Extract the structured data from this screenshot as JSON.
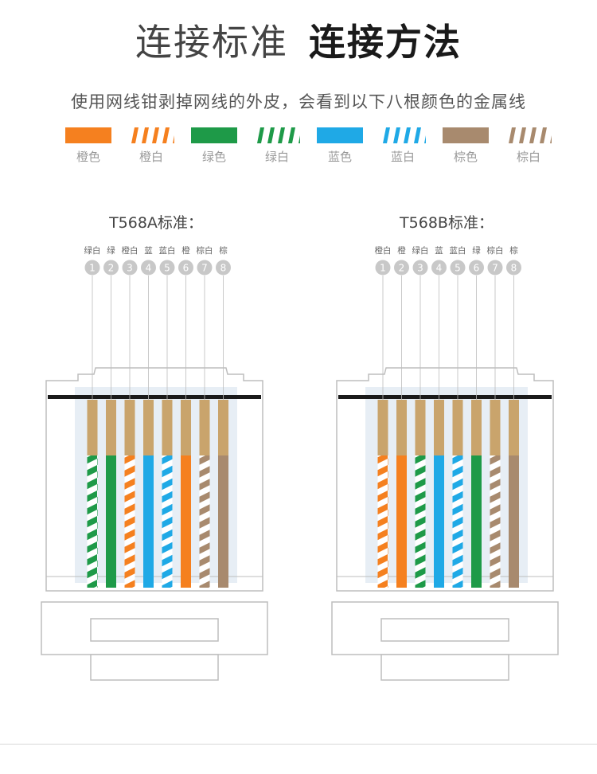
{
  "header": {
    "title_light": "连接标准",
    "title_bold": "连接方法",
    "subtitle": "使用网线钳剥掉网线的外皮，会看到以下八根颜色的金属线"
  },
  "legend": [
    {
      "label": "橙色",
      "color": "#F5801F",
      "striped": false
    },
    {
      "label": "橙白",
      "color": "#F5801F",
      "striped": true
    },
    {
      "label": "绿色",
      "color": "#1E9A48",
      "striped": false
    },
    {
      "label": "绿白",
      "color": "#1E9A48",
      "striped": true
    },
    {
      "label": "蓝色",
      "color": "#1FA9E6",
      "striped": false
    },
    {
      "label": "蓝白",
      "color": "#1FA9E6",
      "striped": true
    },
    {
      "label": "棕色",
      "color": "#A88A6E",
      "striped": false
    },
    {
      "label": "棕白",
      "color": "#A88A6E",
      "striped": true
    }
  ],
  "standards": [
    {
      "title": "T568A标准：",
      "pins": [
        {
          "name": "绿白",
          "num": "1",
          "color": "#1E9A48",
          "striped": true
        },
        {
          "name": "绿",
          "num": "2",
          "color": "#1E9A48",
          "striped": false
        },
        {
          "name": "橙白",
          "num": "3",
          "color": "#F5801F",
          "striped": true
        },
        {
          "name": "蓝",
          "num": "4",
          "color": "#1FA9E6",
          "striped": false
        },
        {
          "name": "蓝白",
          "num": "5",
          "color": "#1FA9E6",
          "striped": true
        },
        {
          "name": "橙",
          "num": "6",
          "color": "#F5801F",
          "striped": false
        },
        {
          "name": "棕白",
          "num": "7",
          "color": "#A88A6E",
          "striped": true
        },
        {
          "name": "棕",
          "num": "8",
          "color": "#A88A6E",
          "striped": false
        }
      ]
    },
    {
      "title": "T568B标准：",
      "pins": [
        {
          "name": "橙白",
          "num": "1",
          "color": "#F5801F",
          "striped": true
        },
        {
          "name": "橙",
          "num": "2",
          "color": "#F5801F",
          "striped": false
        },
        {
          "name": "绿白",
          "num": "3",
          "color": "#1E9A48",
          "striped": true
        },
        {
          "name": "蓝",
          "num": "4",
          "color": "#1FA9E6",
          "striped": false
        },
        {
          "name": "蓝白",
          "num": "5",
          "color": "#1FA9E6",
          "striped": true
        },
        {
          "name": "绿",
          "num": "6",
          "color": "#1E9A48",
          "striped": false
        },
        {
          "name": "棕白",
          "num": "7",
          "color": "#A88A6E",
          "striped": true
        },
        {
          "name": "棕",
          "num": "8",
          "color": "#A88A6E",
          "striped": false
        }
      ]
    }
  ],
  "colors": {
    "contact_gold": "#C9A46C",
    "number_circle": "#C8C8C8",
    "connector_body": "#E7EEF5",
    "connector_outline": "#BDBDBD",
    "connector_band": "#1A1A1A"
  }
}
